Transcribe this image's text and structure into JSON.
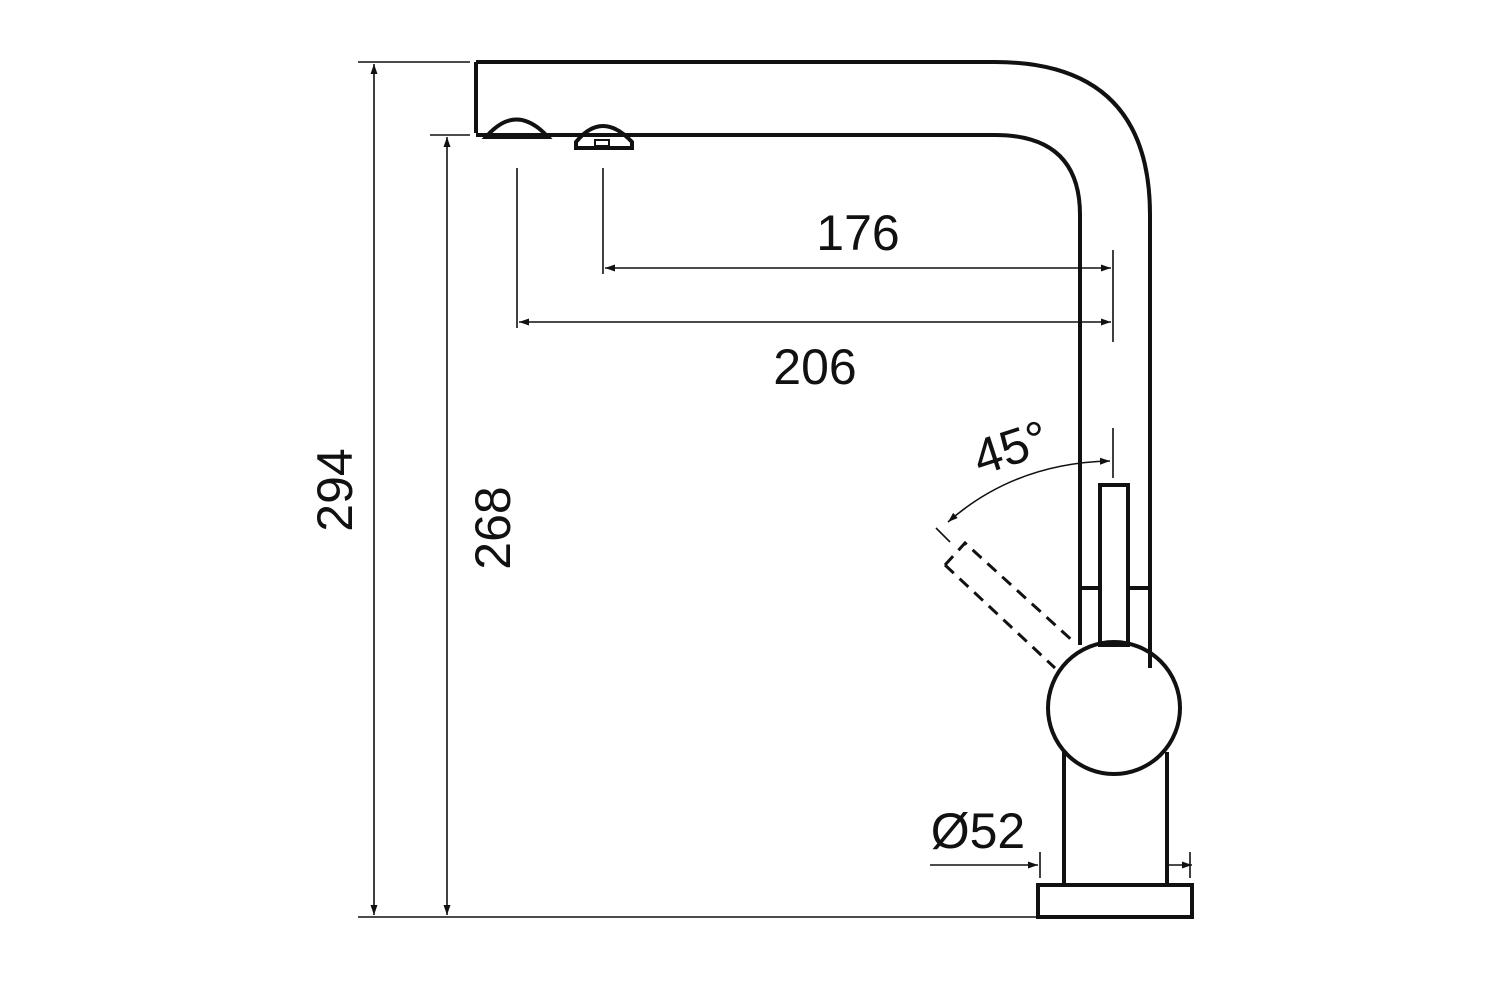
{
  "dimensions": {
    "overall_height": "294",
    "spout_height": "268",
    "reach_inner": "176",
    "reach_outer": "206",
    "lever_angle": "45°",
    "base_diameter": "Ø52"
  }
}
